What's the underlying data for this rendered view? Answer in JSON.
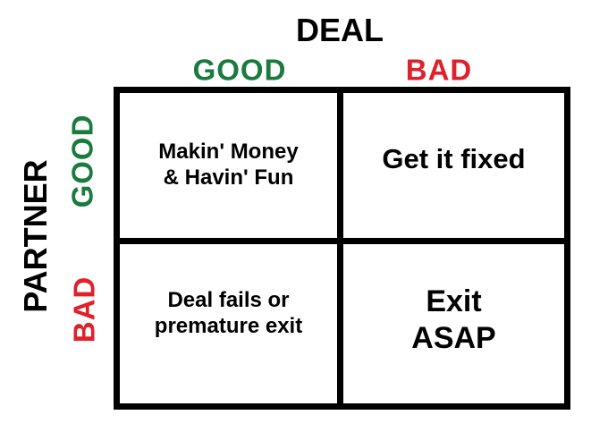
{
  "colors": {
    "good": "#1b7a3e",
    "bad": "#e0202b",
    "text": "#000000",
    "grid": "#000000"
  },
  "columns": {
    "title": "DEAL",
    "good_label": "GOOD",
    "bad_label": "BAD"
  },
  "rows": {
    "title": "PARTNER",
    "good_label": "GOOD",
    "bad_label": "BAD"
  },
  "cells": {
    "good_partner_good_deal": [
      "Makin' Money",
      "& Havin' Fun"
    ],
    "good_partner_bad_deal": [
      "Get it fixed"
    ],
    "bad_partner_good_deal": [
      "Deal fails or",
      "premature exit"
    ],
    "bad_partner_bad_deal": [
      "Exit",
      "ASAP"
    ]
  }
}
